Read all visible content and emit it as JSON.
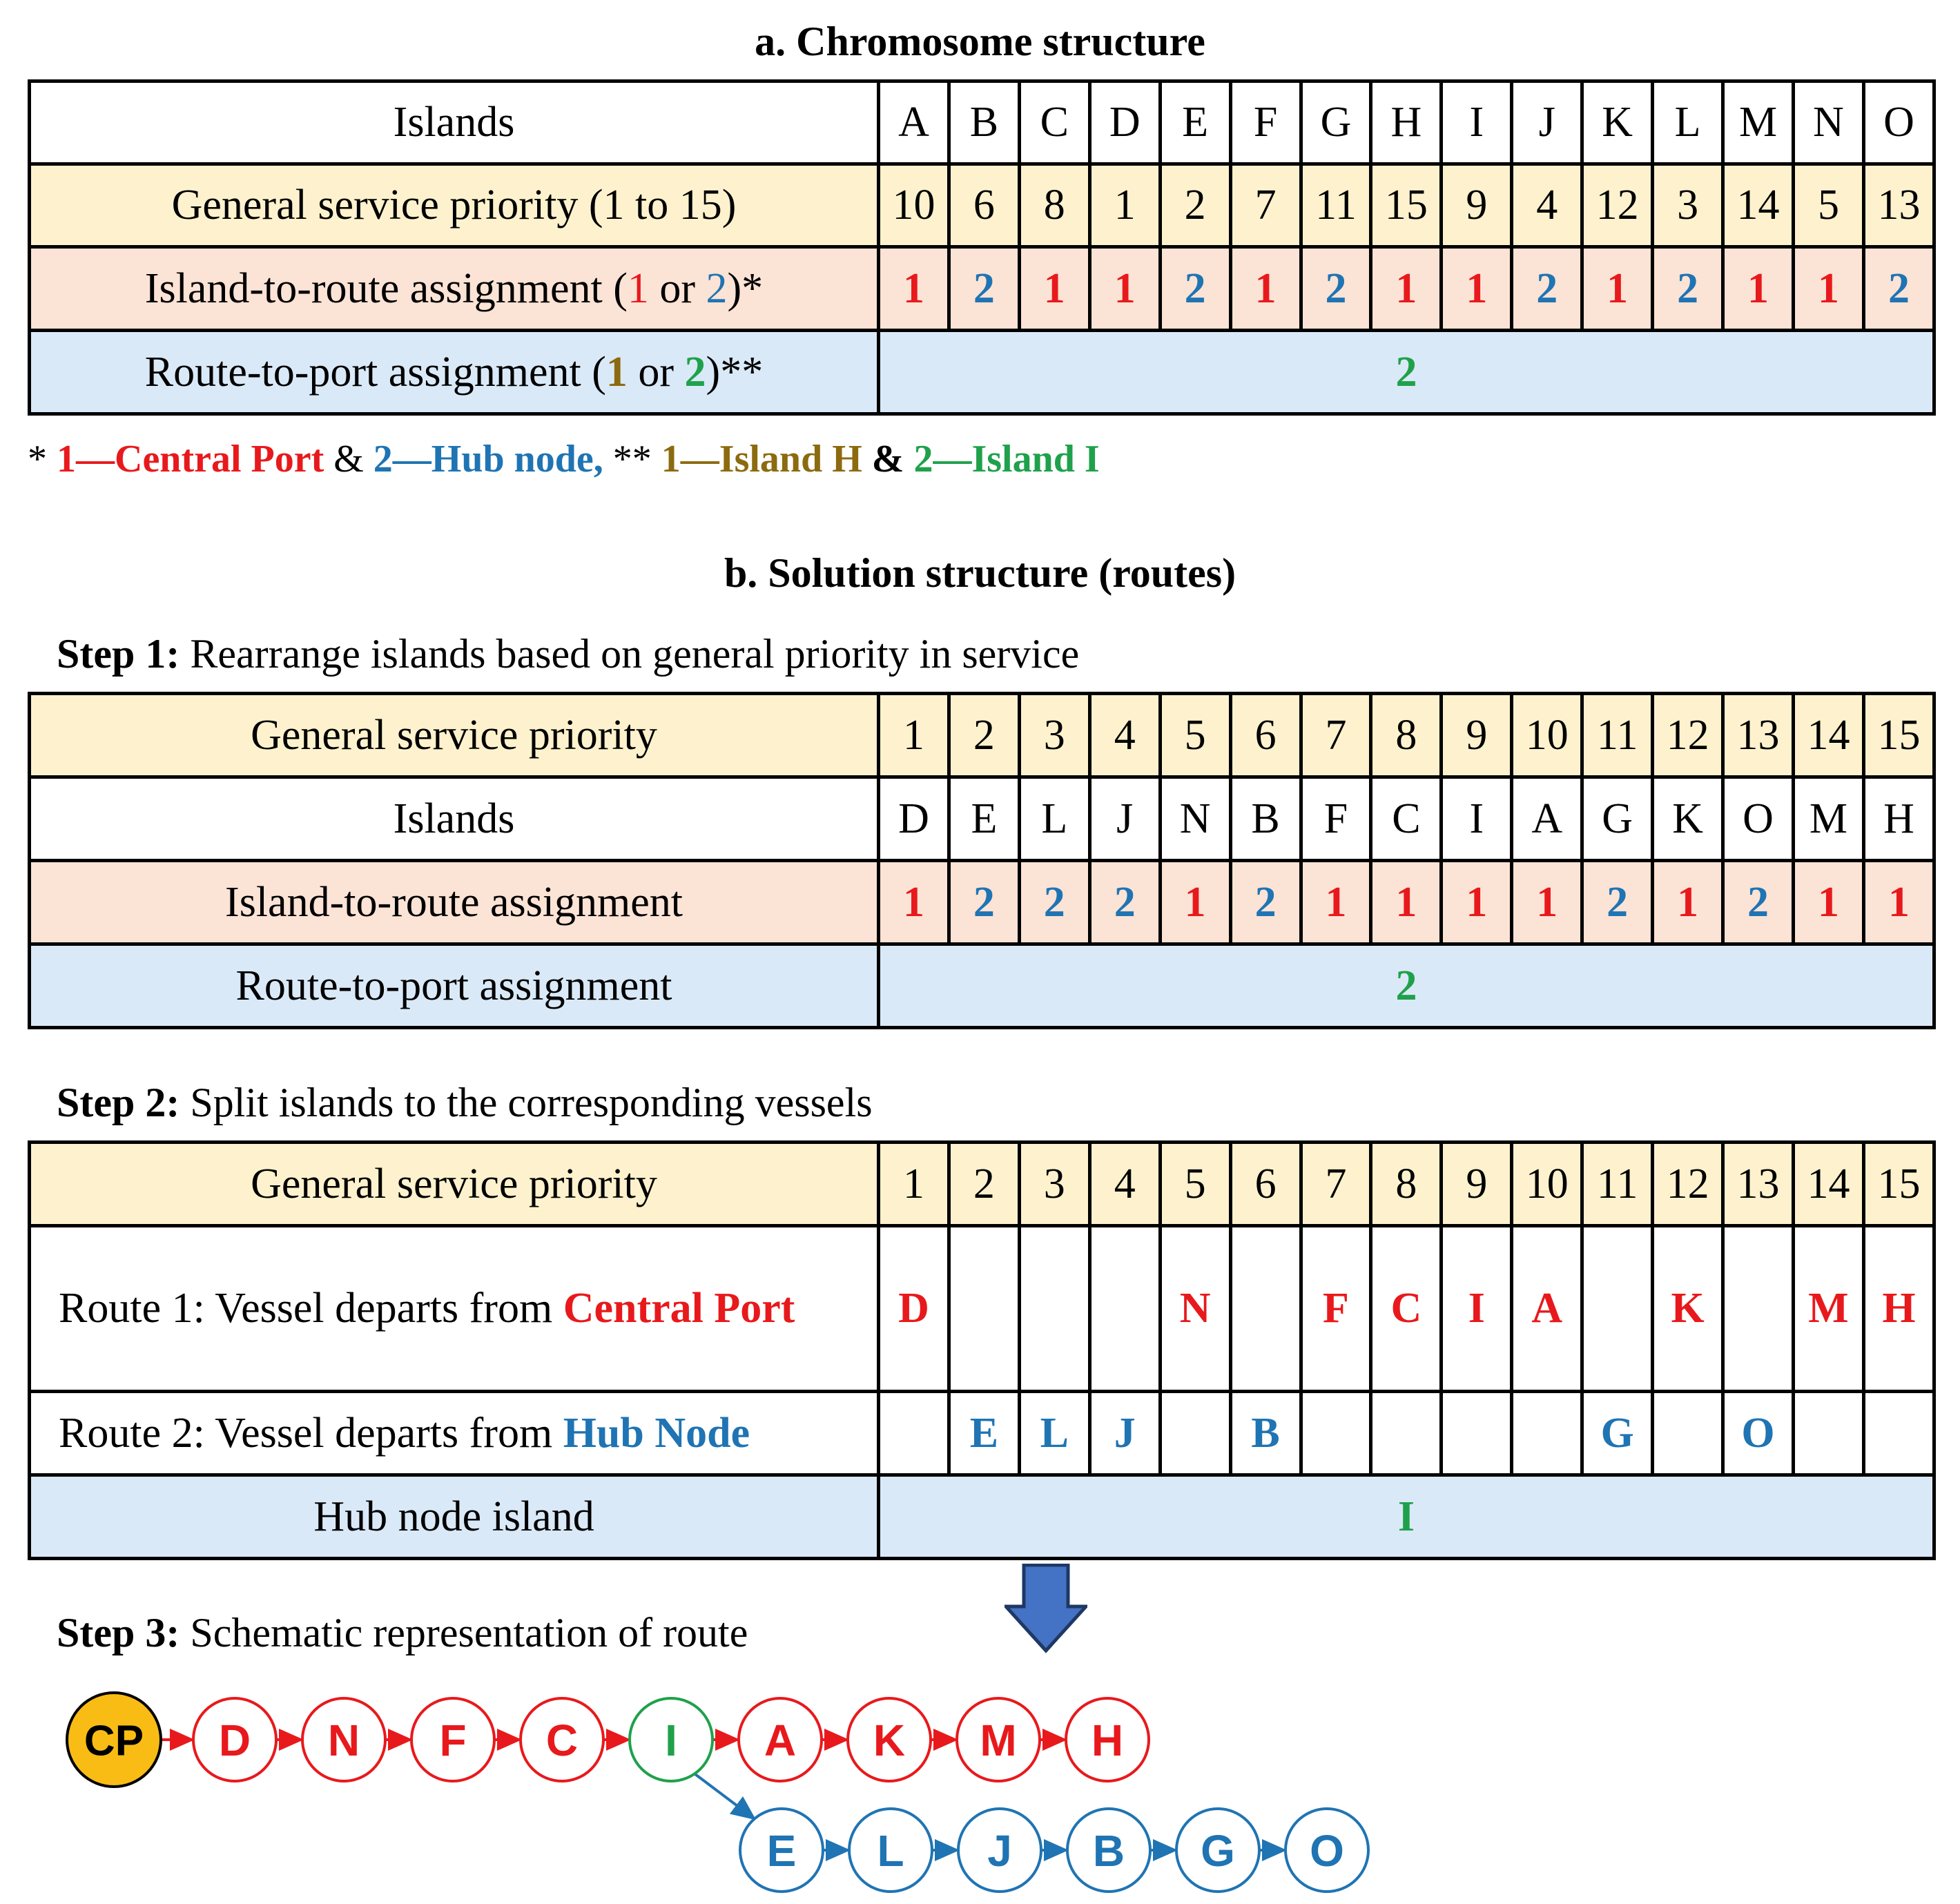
{
  "section_a": {
    "title": "a. Chromosome structure",
    "row_islands_label": "Islands",
    "islands": [
      "A",
      "B",
      "C",
      "D",
      "E",
      "F",
      "G",
      "H",
      "I",
      "J",
      "K",
      "L",
      "M",
      "N",
      "O"
    ],
    "row_priority_label": "General service priority (1 to 15)",
    "priorities": [
      "10",
      "6",
      "8",
      "1",
      "2",
      "7",
      "11",
      "15",
      "9",
      "4",
      "12",
      "3",
      "14",
      "5",
      "13"
    ],
    "row_route_label_pre": "Island-to-route assignment (",
    "row_route_label_one": "1",
    "row_route_label_or": " or ",
    "row_route_label_two": "2",
    "row_route_label_post": ")*",
    "route_assignment": [
      "1",
      "2",
      "1",
      "1",
      "2",
      "1",
      "2",
      "1",
      "1",
      "2",
      "1",
      "2",
      "1",
      "1",
      "2"
    ],
    "row_port_label_pre": "Route-to-port assignment (",
    "row_port_label_one": "1",
    "row_port_label_or": " or ",
    "row_port_label_two": "2",
    "row_port_label_post": ")**",
    "port_assignment": "2"
  },
  "footnote": {
    "star1": "* ",
    "central": "1—Central Port",
    "amp1": " & ",
    "hub": "2—Hub node,",
    "star2": " ** ",
    "island_h": "1—Island H",
    "amp2": " & ",
    "island_i": "2—Island I"
  },
  "section_b": {
    "title": "b. Solution structure (routes)",
    "step1_bold": "Step 1:",
    "step1_text": " Rearrange islands based on general priority in service",
    "step1": {
      "priority_label": "General service priority",
      "priorities": [
        "1",
        "2",
        "3",
        "4",
        "5",
        "6",
        "7",
        "8",
        "9",
        "10",
        "11",
        "12",
        "13",
        "14",
        "15"
      ],
      "islands_label": "Islands",
      "islands": [
        "D",
        "E",
        "L",
        "J",
        "N",
        "B",
        "F",
        "C",
        "I",
        "A",
        "G",
        "K",
        "O",
        "M",
        "H"
      ],
      "route_label": "Island-to-route assignment",
      "route_assignment": [
        "1",
        "2",
        "2",
        "2",
        "1",
        "2",
        "1",
        "1",
        "1",
        "1",
        "2",
        "1",
        "2",
        "1",
        "1"
      ],
      "port_label": "Route-to-port assignment",
      "port_assignment": "2"
    },
    "step2_bold": "Step 2:",
    "step2_text": " Split islands to the corresponding vessels",
    "step2": {
      "priority_label": "General service priority",
      "priorities": [
        "1",
        "2",
        "3",
        "4",
        "5",
        "6",
        "7",
        "8",
        "9",
        "10",
        "11",
        "12",
        "13",
        "14",
        "15"
      ],
      "route1_label_pre": "Route 1: Vessel departs from ",
      "route1_label_port": "Central Port",
      "route1": [
        "D",
        "",
        "",
        "",
        "N",
        "",
        "F",
        "C",
        "I",
        "A",
        "",
        "K",
        "",
        "M",
        "H"
      ],
      "route2_label_pre": "Route 2: Vessel departs from ",
      "route2_label_port": "Hub Node",
      "route2": [
        "",
        "E",
        "L",
        "J",
        "",
        "B",
        "",
        "",
        "",
        "",
        "G",
        "",
        "O",
        "",
        ""
      ],
      "hub_label": "Hub node island",
      "hub_island": "I"
    },
    "step3_bold": "Step 3:",
    "step3_text": " Schematic representation of route",
    "schematic": {
      "start": "CP",
      "route1_nodes": [
        "D",
        "N",
        "F",
        "C",
        "I",
        "A",
        "K",
        "M",
        "H"
      ],
      "route2_nodes": [
        "E",
        "L",
        "J",
        "B",
        "G",
        "O"
      ],
      "colors": {
        "red": "#e8191c",
        "blue": "#1f74b3",
        "green": "#1fa14b",
        "cp_fill": "#f9bc15",
        "arrow_fill": "#4472c4"
      }
    }
  }
}
